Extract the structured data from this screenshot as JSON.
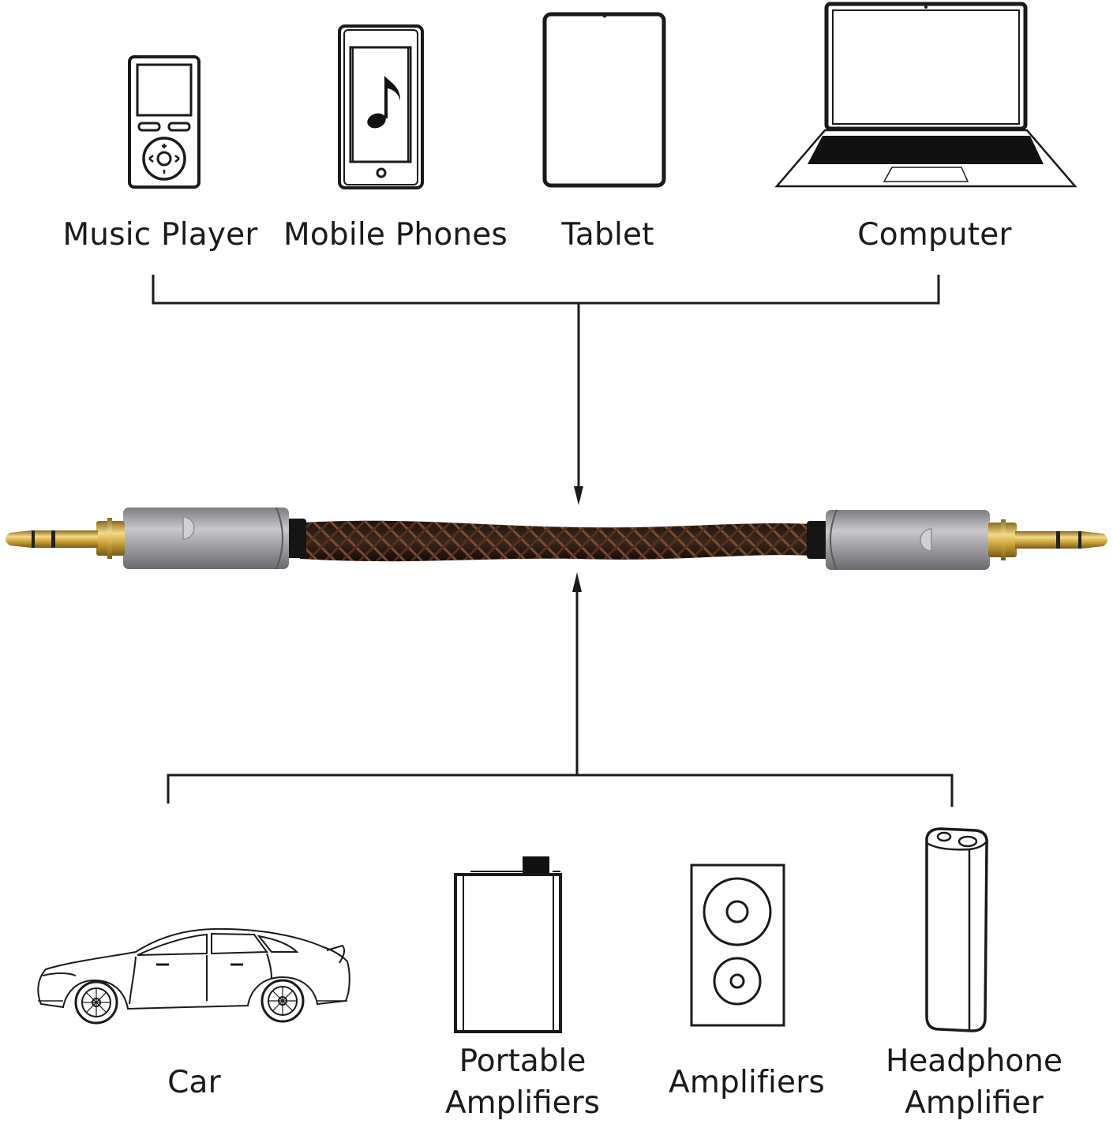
{
  "sources": {
    "music_player": "Music Player",
    "mobile_phones": "Mobile Phones",
    "tablet": "Tablet",
    "computer": "Computer"
  },
  "targets": {
    "car": "Car",
    "portable_amplifiers": [
      "Portable",
      "Amplifiers"
    ],
    "amplifiers": "Amplifiers",
    "headphone_amplifier": [
      "Headphone",
      "Amplifier"
    ]
  },
  "colors": {
    "line": "#1a1a1a",
    "connector_shell": "#9a9a9e",
    "gold_plug": "#c9a23c",
    "braid_dark": "#2b1c15",
    "braid_copper": "#7a4a32"
  }
}
